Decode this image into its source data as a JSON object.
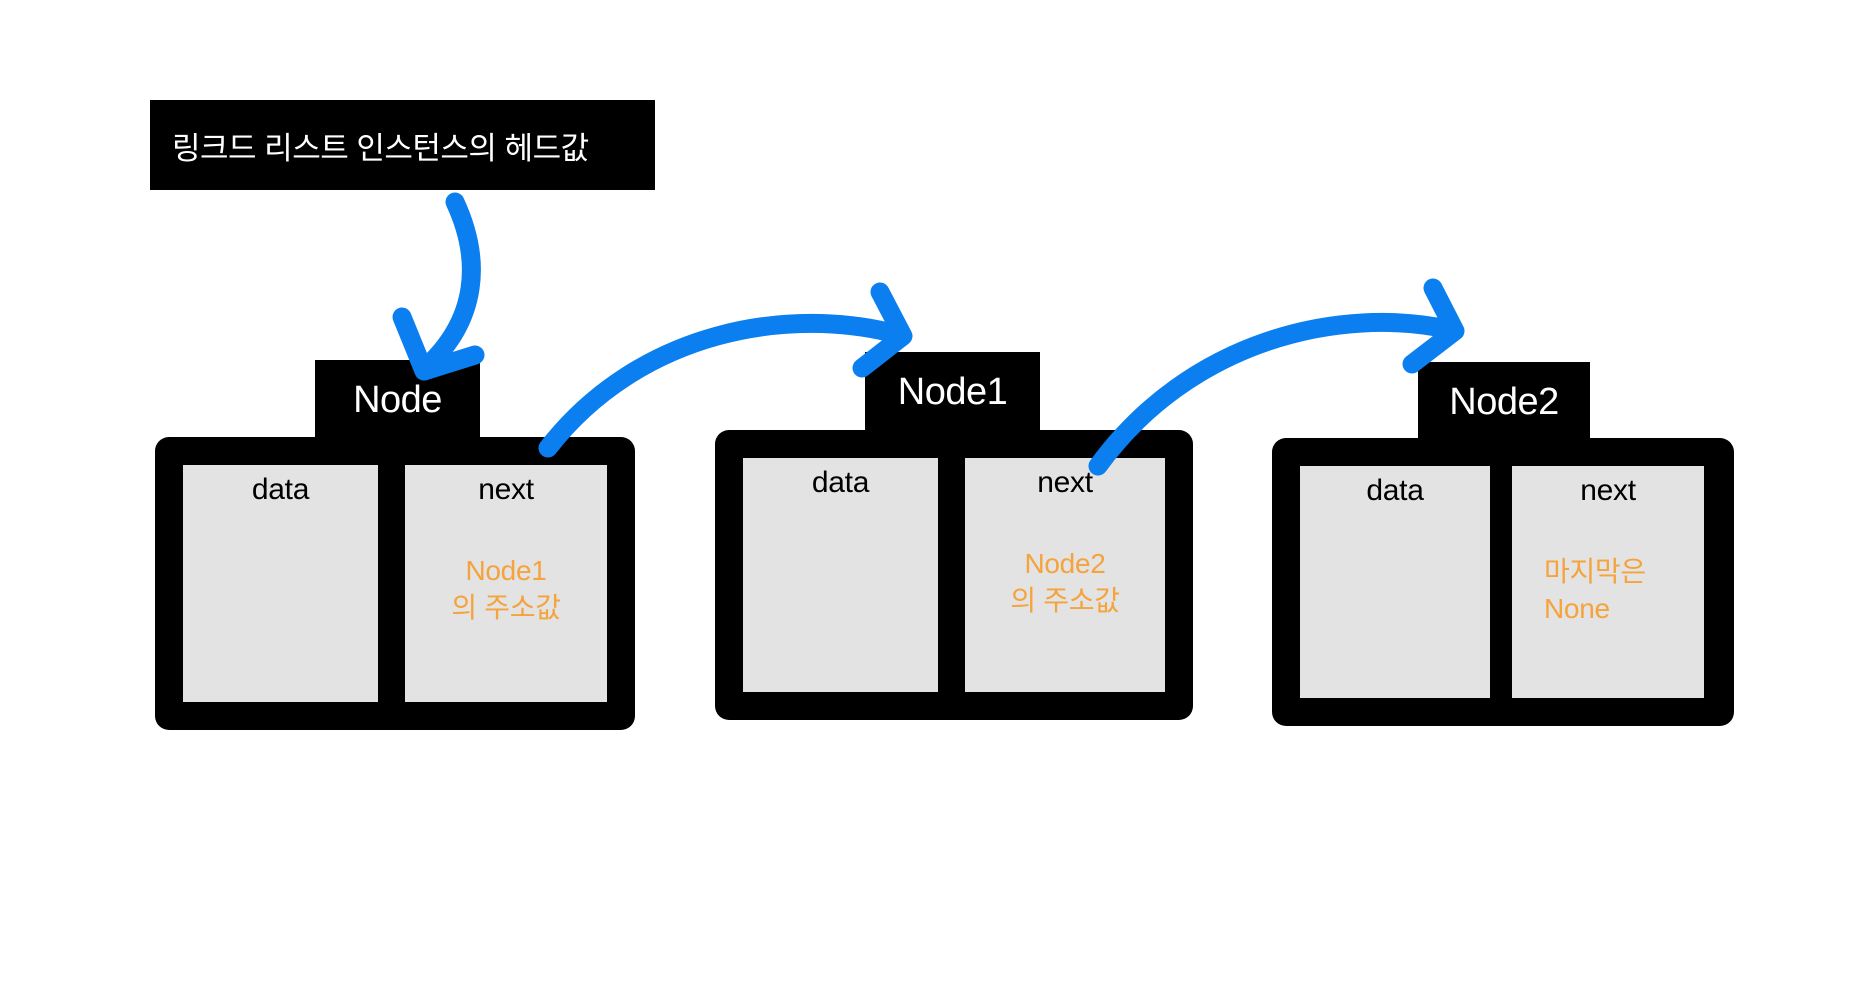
{
  "diagram": {
    "title_label": "링크드 리스트 인스턴스의 헤드값",
    "accent_blue": "#0B7FF0",
    "value_orange": "#F5A33C",
    "cell_gray": "#E3E3E3",
    "box_black": "#000000"
  },
  "nodes": [
    {
      "tab_label": "Node",
      "data_label": "data",
      "data_value": "",
      "next_label": "next",
      "next_value_line1": "Node1",
      "next_value_line2": "의 주소값"
    },
    {
      "tab_label": "Node1",
      "data_label": "data",
      "data_value": "",
      "next_label": "next",
      "next_value_line1": "Node2",
      "next_value_line2": "의 주소값"
    },
    {
      "tab_label": "Node2",
      "data_label": "data",
      "data_value": "",
      "next_label": "next",
      "next_value_line1": "마지막은",
      "next_value_line2": "None"
    }
  ],
  "arrows": [
    {
      "name": "head-pointer-arrow",
      "from": "head-label",
      "to": "node-0-tab"
    },
    {
      "name": "next-pointer-arrow-0",
      "from": "node-0-next",
      "to": "node-1-tab"
    },
    {
      "name": "next-pointer-arrow-1",
      "from": "node-1-next",
      "to": "node-2-tab"
    }
  ]
}
